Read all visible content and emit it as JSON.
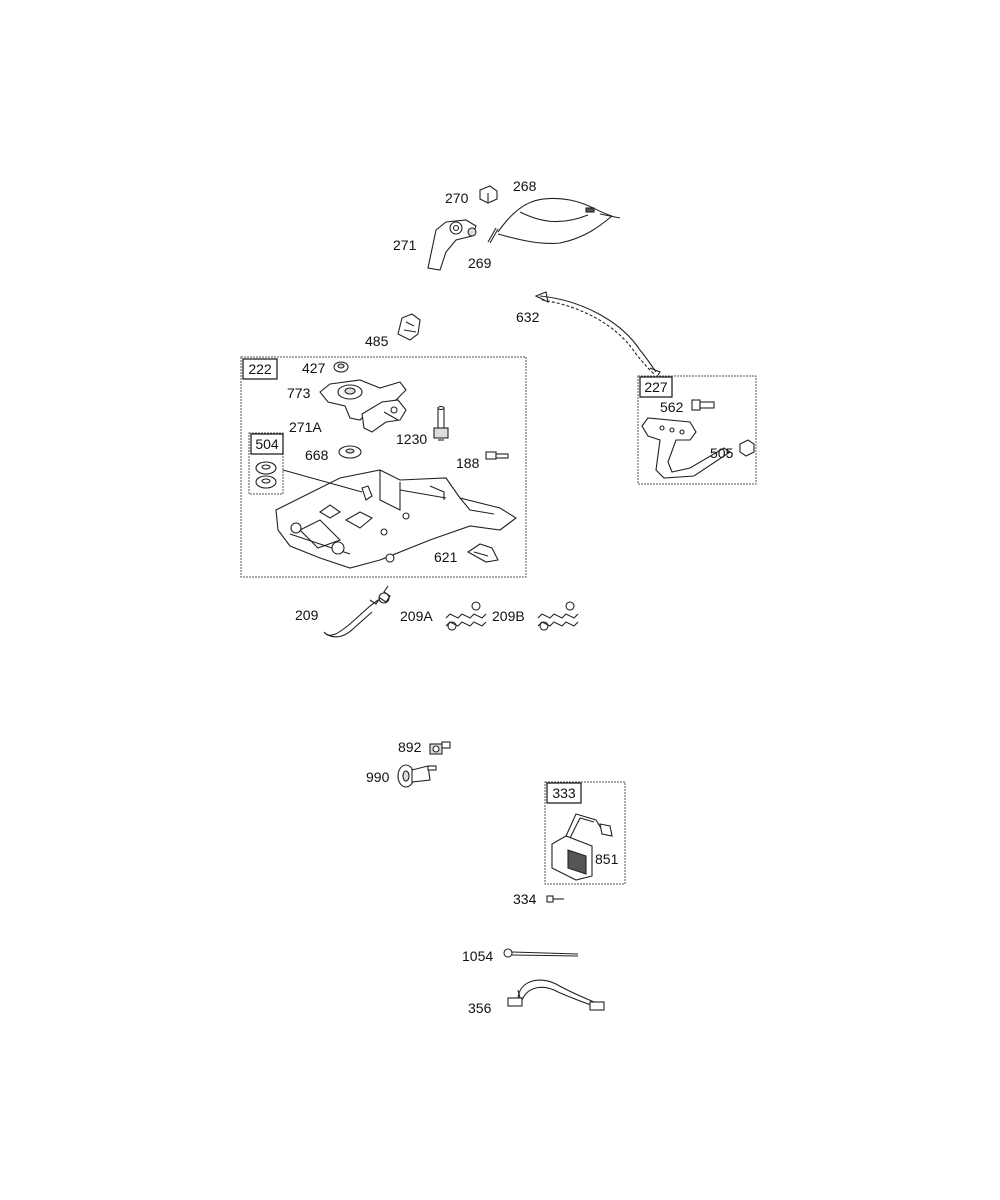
{
  "callouts": {
    "p270": "270",
    "p268": "268",
    "p271": "271",
    "p269": "269",
    "p632": "632",
    "p485": "485",
    "p222": "222",
    "p427": "427",
    "p773": "773",
    "p271a": "271A",
    "p1230": "1230",
    "p504": "504",
    "p668": "668",
    "p188": "188",
    "p227": "227",
    "p562": "562",
    "p505": "505",
    "p621": "621",
    "p209": "209",
    "p209a": "209A",
    "p209b": "209B",
    "p892": "892",
    "p990": "990",
    "p333": "333",
    "p851": "851",
    "p334": "334",
    "p1054": "1054",
    "p356": "356"
  }
}
